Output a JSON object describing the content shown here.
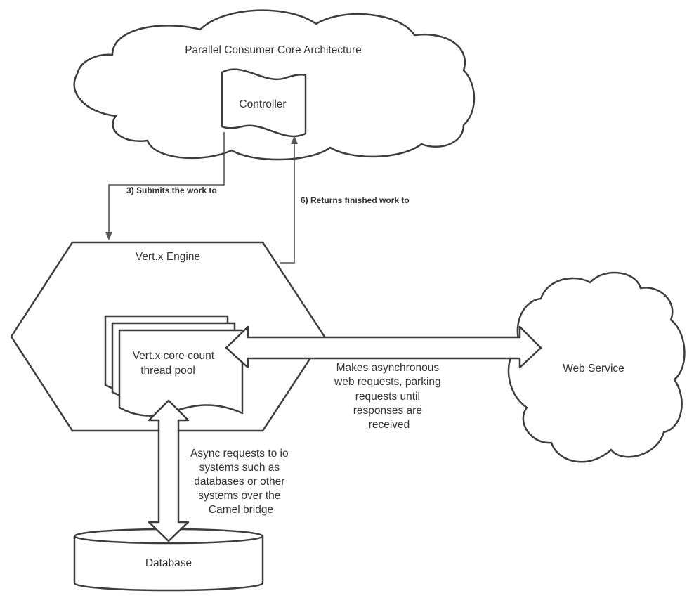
{
  "diagram": {
    "cloud_title": "Parallel Consumer Core Architecture",
    "controller": "Controller",
    "vertx_engine": "Vert.x Engine",
    "thread_pool": [
      "Vert.x core count",
      "thread pool"
    ],
    "web_service": "Web Service",
    "database": "Database",
    "edge_submit": "3) Submits the work to",
    "edge_return": "6) Returns finished work to",
    "web_requests_note": [
      "Makes asynchronous",
      "web requests, parking",
      "requests until",
      "responses are",
      "received"
    ],
    "io_requests_note": [
      "Async requests to io",
      "systems such as",
      "databases or other",
      "systems over the",
      "Camel bridge"
    ]
  }
}
